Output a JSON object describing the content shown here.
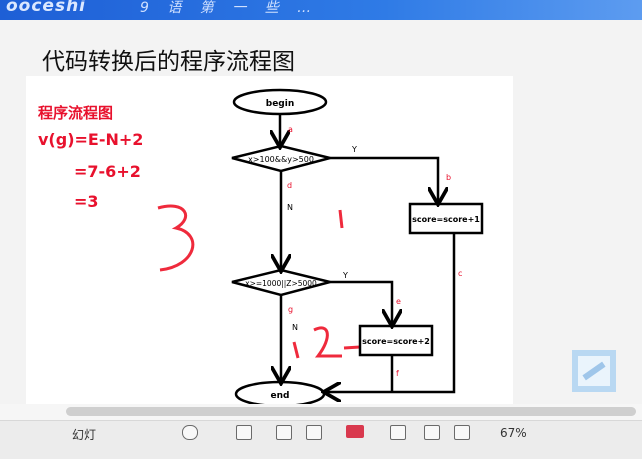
{
  "banner": {
    "brand": "ooceshi",
    "subtitle": "9 语 第 一 些 …"
  },
  "slide": {
    "title": "代码转换后的程序流程图",
    "annotation": {
      "heading": "程序流程图",
      "formula": "v(g)=E-N+2",
      "step": "=7-6+2",
      "result": "=3"
    },
    "handwriting": {
      "big": "3",
      "one": "1",
      "two": "2"
    },
    "flowchart": {
      "begin": "begin",
      "cond1": "x>100&&y>500",
      "cond2": "x>=1000||Z>5000",
      "box1": "score=score+1",
      "box2": "score=score+2",
      "end": "end",
      "edge_a": "a",
      "edge_b": "b",
      "edge_c": "c",
      "edge_d": "d",
      "edge_e": "e",
      "edge_f": "f",
      "edge_g": "g",
      "yes1": "Y",
      "no1": "N",
      "yes2": "Y",
      "no2": "N"
    }
  },
  "status": {
    "left_text": "幻灯",
    "zoom": "67%"
  }
}
